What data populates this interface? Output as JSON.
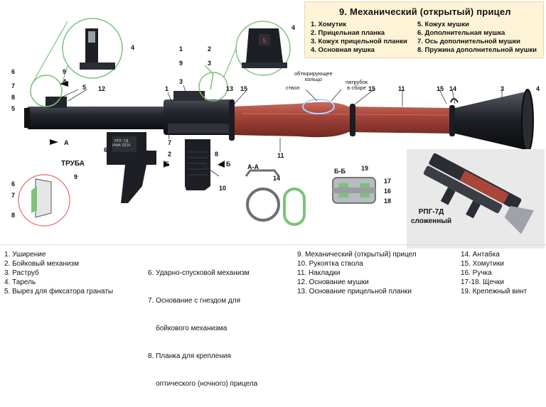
{
  "sight_legend": {
    "title": "9.   Механический (открытый) прицел",
    "col1": [
      "1. Хомутик",
      "2. Прицельная планка",
      "3. Кожух прицельной планки",
      "4. Основная мушка"
    ],
    "col2": [
      "5. Кожух мушки",
      "6. Дополнительная мушка",
      "7. Ось дополнительной мушки",
      "8. Пружина дополнительной мушки"
    ]
  },
  "labels": {
    "barrel": "ТРУБА",
    "section_aa": "А-А",
    "section_bb": "Б-Б",
    "bore_ring": "обтюрирующее\nкольцо",
    "barrel_word": "ствол",
    "nozzle_assembly": "патрубок\nв сборе",
    "folded": "РПГ-7Д\nсложенный",
    "cut_a": "А",
    "cut_b": "Б",
    "grip_marking": "РПГ-7Д\nИФА 3316"
  },
  "parts_list": {
    "col1": [
      "1. Уширение",
      "2. Бойковый механизм",
      "3. Раструб",
      "4. Тарель",
      "5. Вырез для фиксатора гранаты"
    ],
    "col2": [
      "6. Ударно-спусковой механизм",
      "7. Основание с гнездом для",
      "    бойкового механизма",
      "8. Планка для крепления",
      "    оптического (ночного) прицела"
    ],
    "col3": [
      "9.   Механический (открытый) прицел",
      "10. Рукоятка ствола",
      "11. Накладки",
      "12. Основание мушки",
      "13. Основание прицельной планки"
    ],
    "col4": [
      "14. Антабка",
      "15. Хомутики",
      "16. Ручка",
      "17-18. Щечки",
      "19. Крепежный винт"
    ]
  },
  "callouts": [
    "1",
    "2",
    "3",
    "4",
    "5",
    "6",
    "7",
    "8",
    "9",
    "10",
    "11",
    "12",
    "13",
    "14",
    "15",
    "16",
    "17",
    "18",
    "19"
  ],
  "colors": {
    "tube": "#1b1d22",
    "wood": "#a8463a",
    "green_callout": "#7cc27a",
    "legend_bg": "#fdf3d6"
  }
}
